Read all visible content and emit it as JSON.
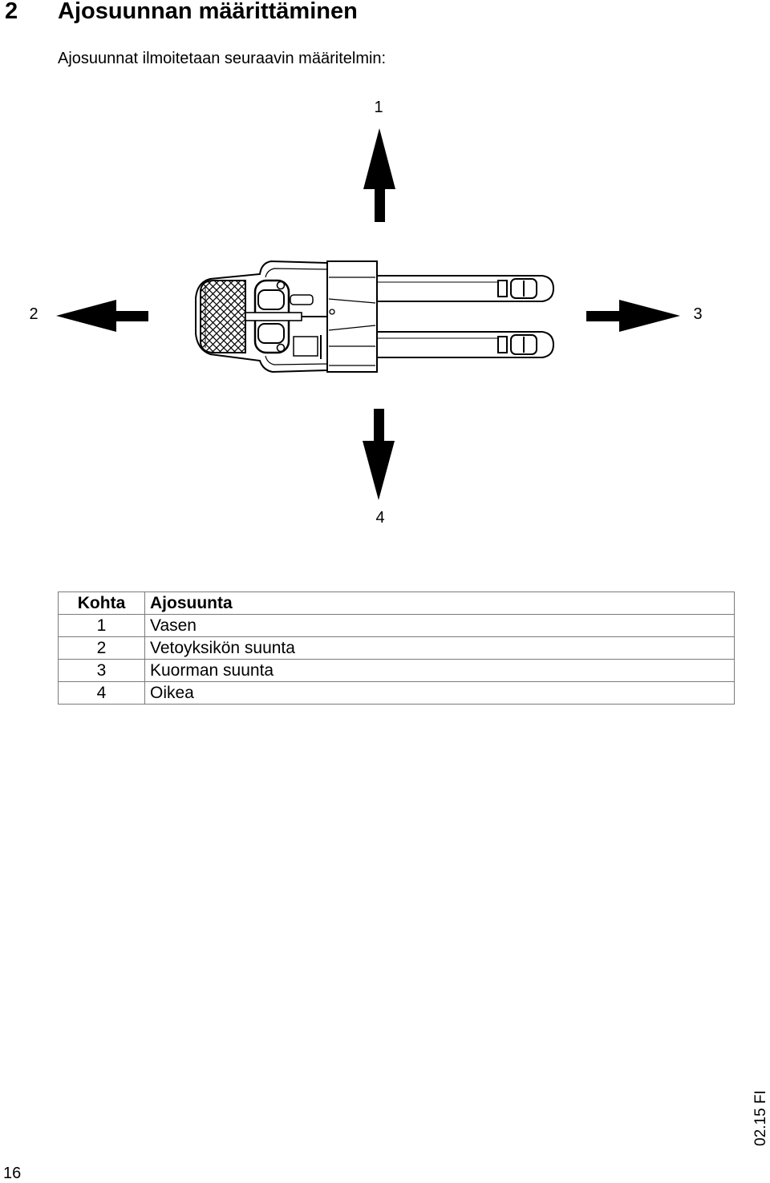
{
  "heading": {
    "number": "2",
    "title": "Ajosuunnan määrittäminen"
  },
  "intro": "Ajosuunnat ilmoitetaan seuraavin määritelmin:",
  "diagram": {
    "labels": {
      "up": "1",
      "left": "2",
      "right": "3",
      "down": "4"
    }
  },
  "table": {
    "headers": {
      "col1": "Kohta",
      "col2": "Ajosuunta"
    },
    "rows": [
      {
        "item": "1",
        "direction": "Vasen"
      },
      {
        "item": "2",
        "direction": "Vetoyksikön suunta"
      },
      {
        "item": "3",
        "direction": "Kuorman suunta"
      },
      {
        "item": "4",
        "direction": "Oikea"
      }
    ]
  },
  "footer": {
    "page": "16",
    "code": "02.15 FI"
  }
}
